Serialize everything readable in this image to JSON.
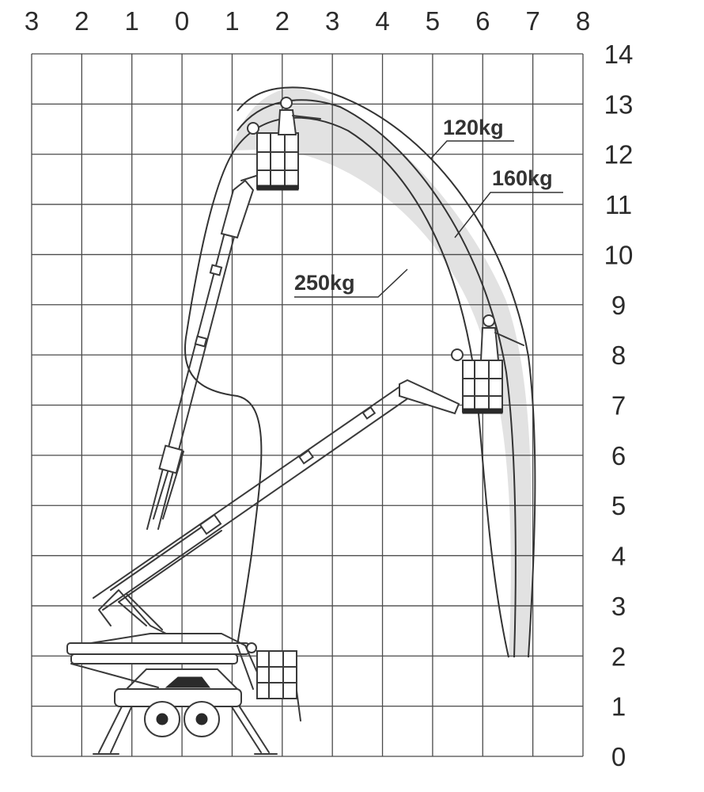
{
  "chart_data": {
    "type": "working_range_diagram",
    "x_ticks": [
      "3",
      "2",
      "1",
      "0",
      "1",
      "2",
      "3",
      "4",
      "5",
      "6",
      "7",
      "8"
    ],
    "y_ticks": [
      "0",
      "1",
      "2",
      "3",
      "4",
      "5",
      "6",
      "7",
      "8",
      "9",
      "10",
      "11",
      "12",
      "13",
      "14"
    ],
    "x_range": [
      -3,
      8
    ],
    "y_range": [
      0,
      14
    ],
    "grid": true,
    "load_zones": [
      {
        "label": "120kg",
        "max_reach": 7.1,
        "max_height": 13.35
      },
      {
        "label": "160kg",
        "max_reach": 6.9,
        "max_height": 13.3
      },
      {
        "label": "250kg",
        "max_reach": 6.5,
        "max_height": 13.25
      }
    ],
    "colors": {
      "zone_fill": "#e2e2e2",
      "lines": "#333333",
      "background": "#ffffff"
    }
  }
}
